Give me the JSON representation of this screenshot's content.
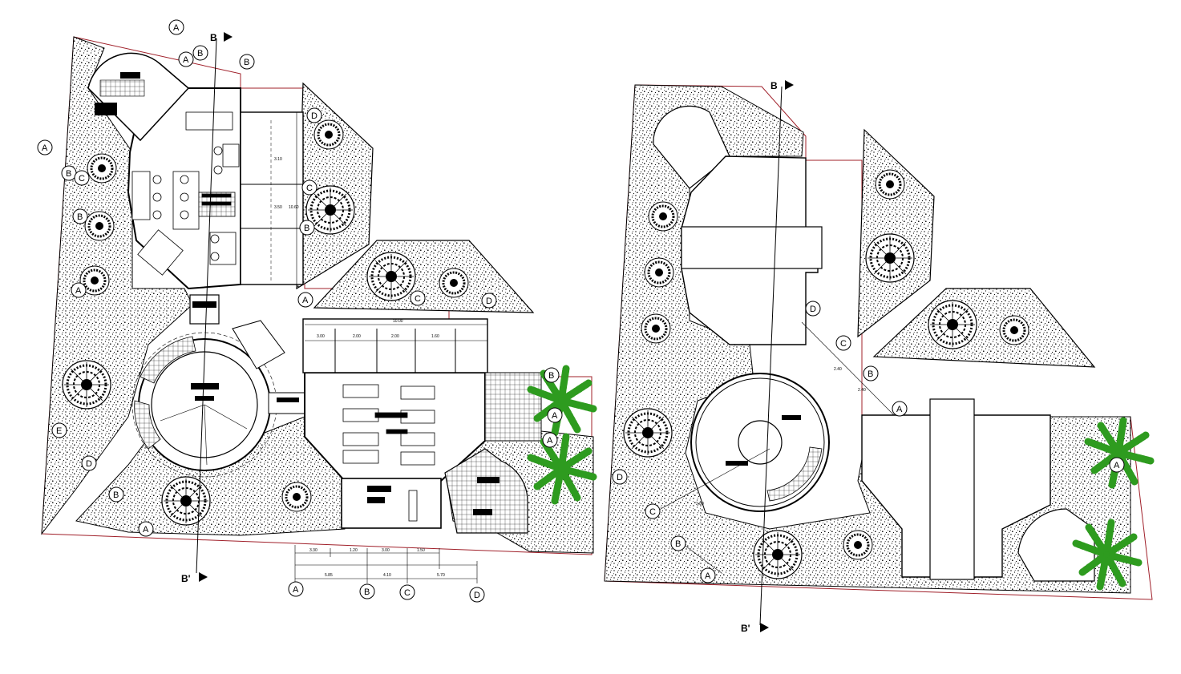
{
  "plans": [
    {
      "section_top": "B",
      "section_bottom": "B'",
      "grid_left": [
        "A",
        "B",
        "C",
        "B",
        "A"
      ],
      "grid_top_left": [
        "A",
        "A",
        "B",
        "B"
      ],
      "grid_right": [
        "D",
        "C",
        "B"
      ],
      "grid_mid": [
        "A",
        "C",
        "D"
      ],
      "grid_round_left": [
        "E",
        "D",
        "B",
        "A"
      ],
      "grid_bottom": [
        "A",
        "B",
        "C",
        "D"
      ],
      "grid_east": [
        "B",
        "A",
        "A"
      ],
      "dims_bottom_row1": [
        "3.30",
        "1.20",
        "3.00",
        "1.50"
      ],
      "dims_bottom_row2": [
        "5.85",
        "4.10",
        "5.70"
      ],
      "dims_top_row": [
        "3.00",
        "2.00",
        "2.00",
        "1.60"
      ],
      "dim_total": "10.00",
      "dims_vertical": [
        "3.10",
        "3.50",
        "10.60"
      ]
    },
    {
      "section_top": "B",
      "section_bottom": "B'",
      "grid_circle": [
        "D",
        "C",
        "B",
        "A"
      ],
      "grid_round_left": [
        "D",
        "C",
        "B",
        "A"
      ],
      "grid_east": [
        "A"
      ],
      "dims_diag": [
        "2.40",
        "2.40",
        "2.80"
      ]
    }
  ],
  "colors": {
    "ink": "#000000",
    "boundary": "#a0202a",
    "palm": "#2e9b1f",
    "paper": "#ffffff"
  }
}
